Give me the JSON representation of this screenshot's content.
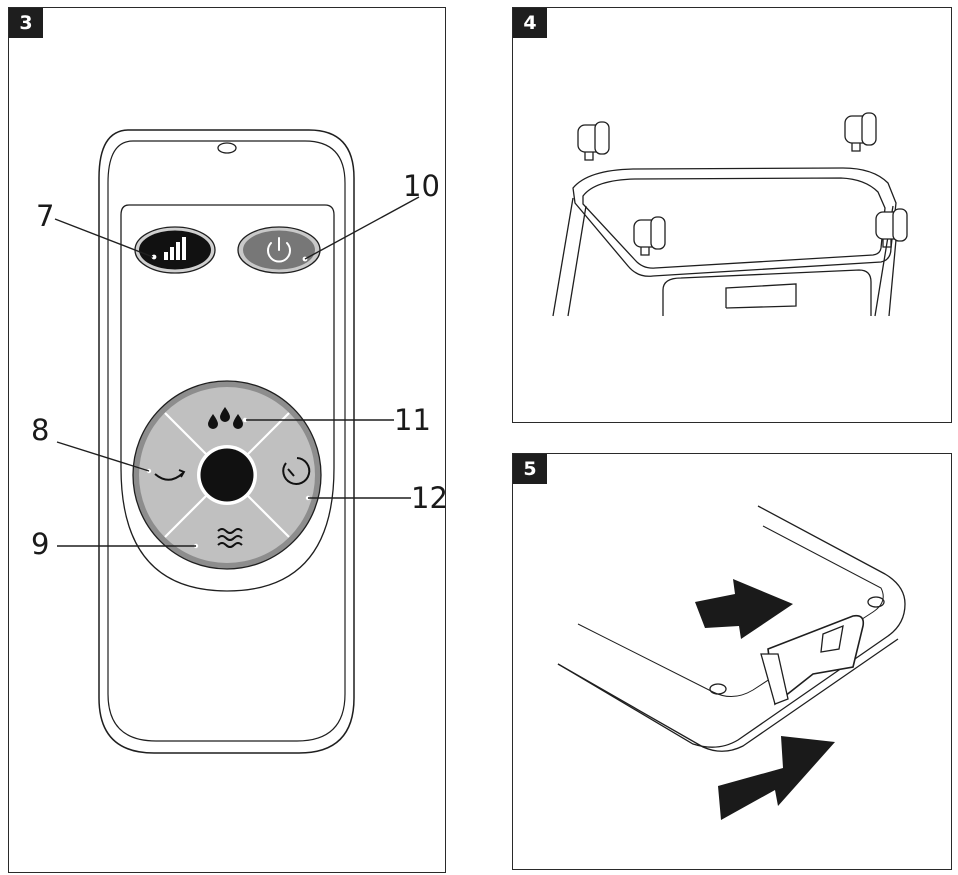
{
  "panels": {
    "p3": {
      "number": "3"
    },
    "p4": {
      "number": "4"
    },
    "p5": {
      "number": "5"
    }
  },
  "callouts": {
    "c7": "7",
    "c8": "8",
    "c9": "9",
    "c10": "10",
    "c11": "11",
    "c12": "12"
  },
  "colors": {
    "line": "#1f1f1f",
    "badge": "#1e1e1e",
    "dial": "#c0c0c0",
    "dial_ring": "#8d8d8d",
    "power_button": "#757575",
    "dark_button": "#111111"
  }
}
